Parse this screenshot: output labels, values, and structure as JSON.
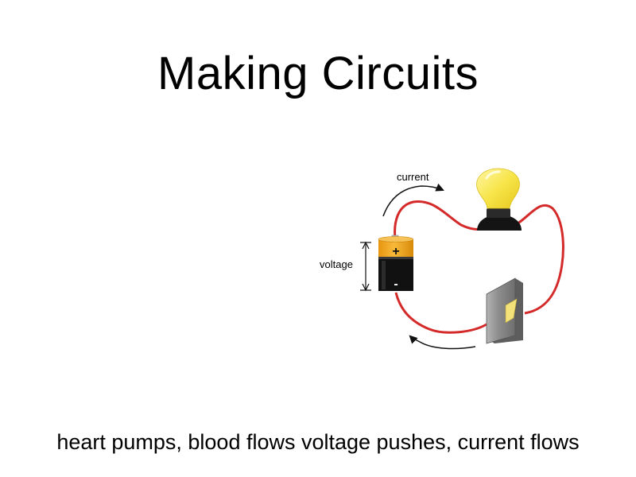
{
  "slide": {
    "title": "Making Circuits",
    "caption": "heart pumps, blood flows voltage pushes, current flows"
  },
  "diagram": {
    "current_label": "current",
    "voltage_label": "voltage",
    "battery_plus": "+",
    "battery_minus": "-",
    "colors": {
      "wire": "#d42a2a",
      "battery_top": "#f0a81c",
      "battery_bottom": "#111111",
      "bulb": "#f7e54a",
      "switch_plate": "#8c8c8c",
      "switch_lever": "#f3e27a"
    },
    "icons": [
      "battery-icon",
      "light-bulb-icon",
      "wall-switch-icon"
    ]
  }
}
